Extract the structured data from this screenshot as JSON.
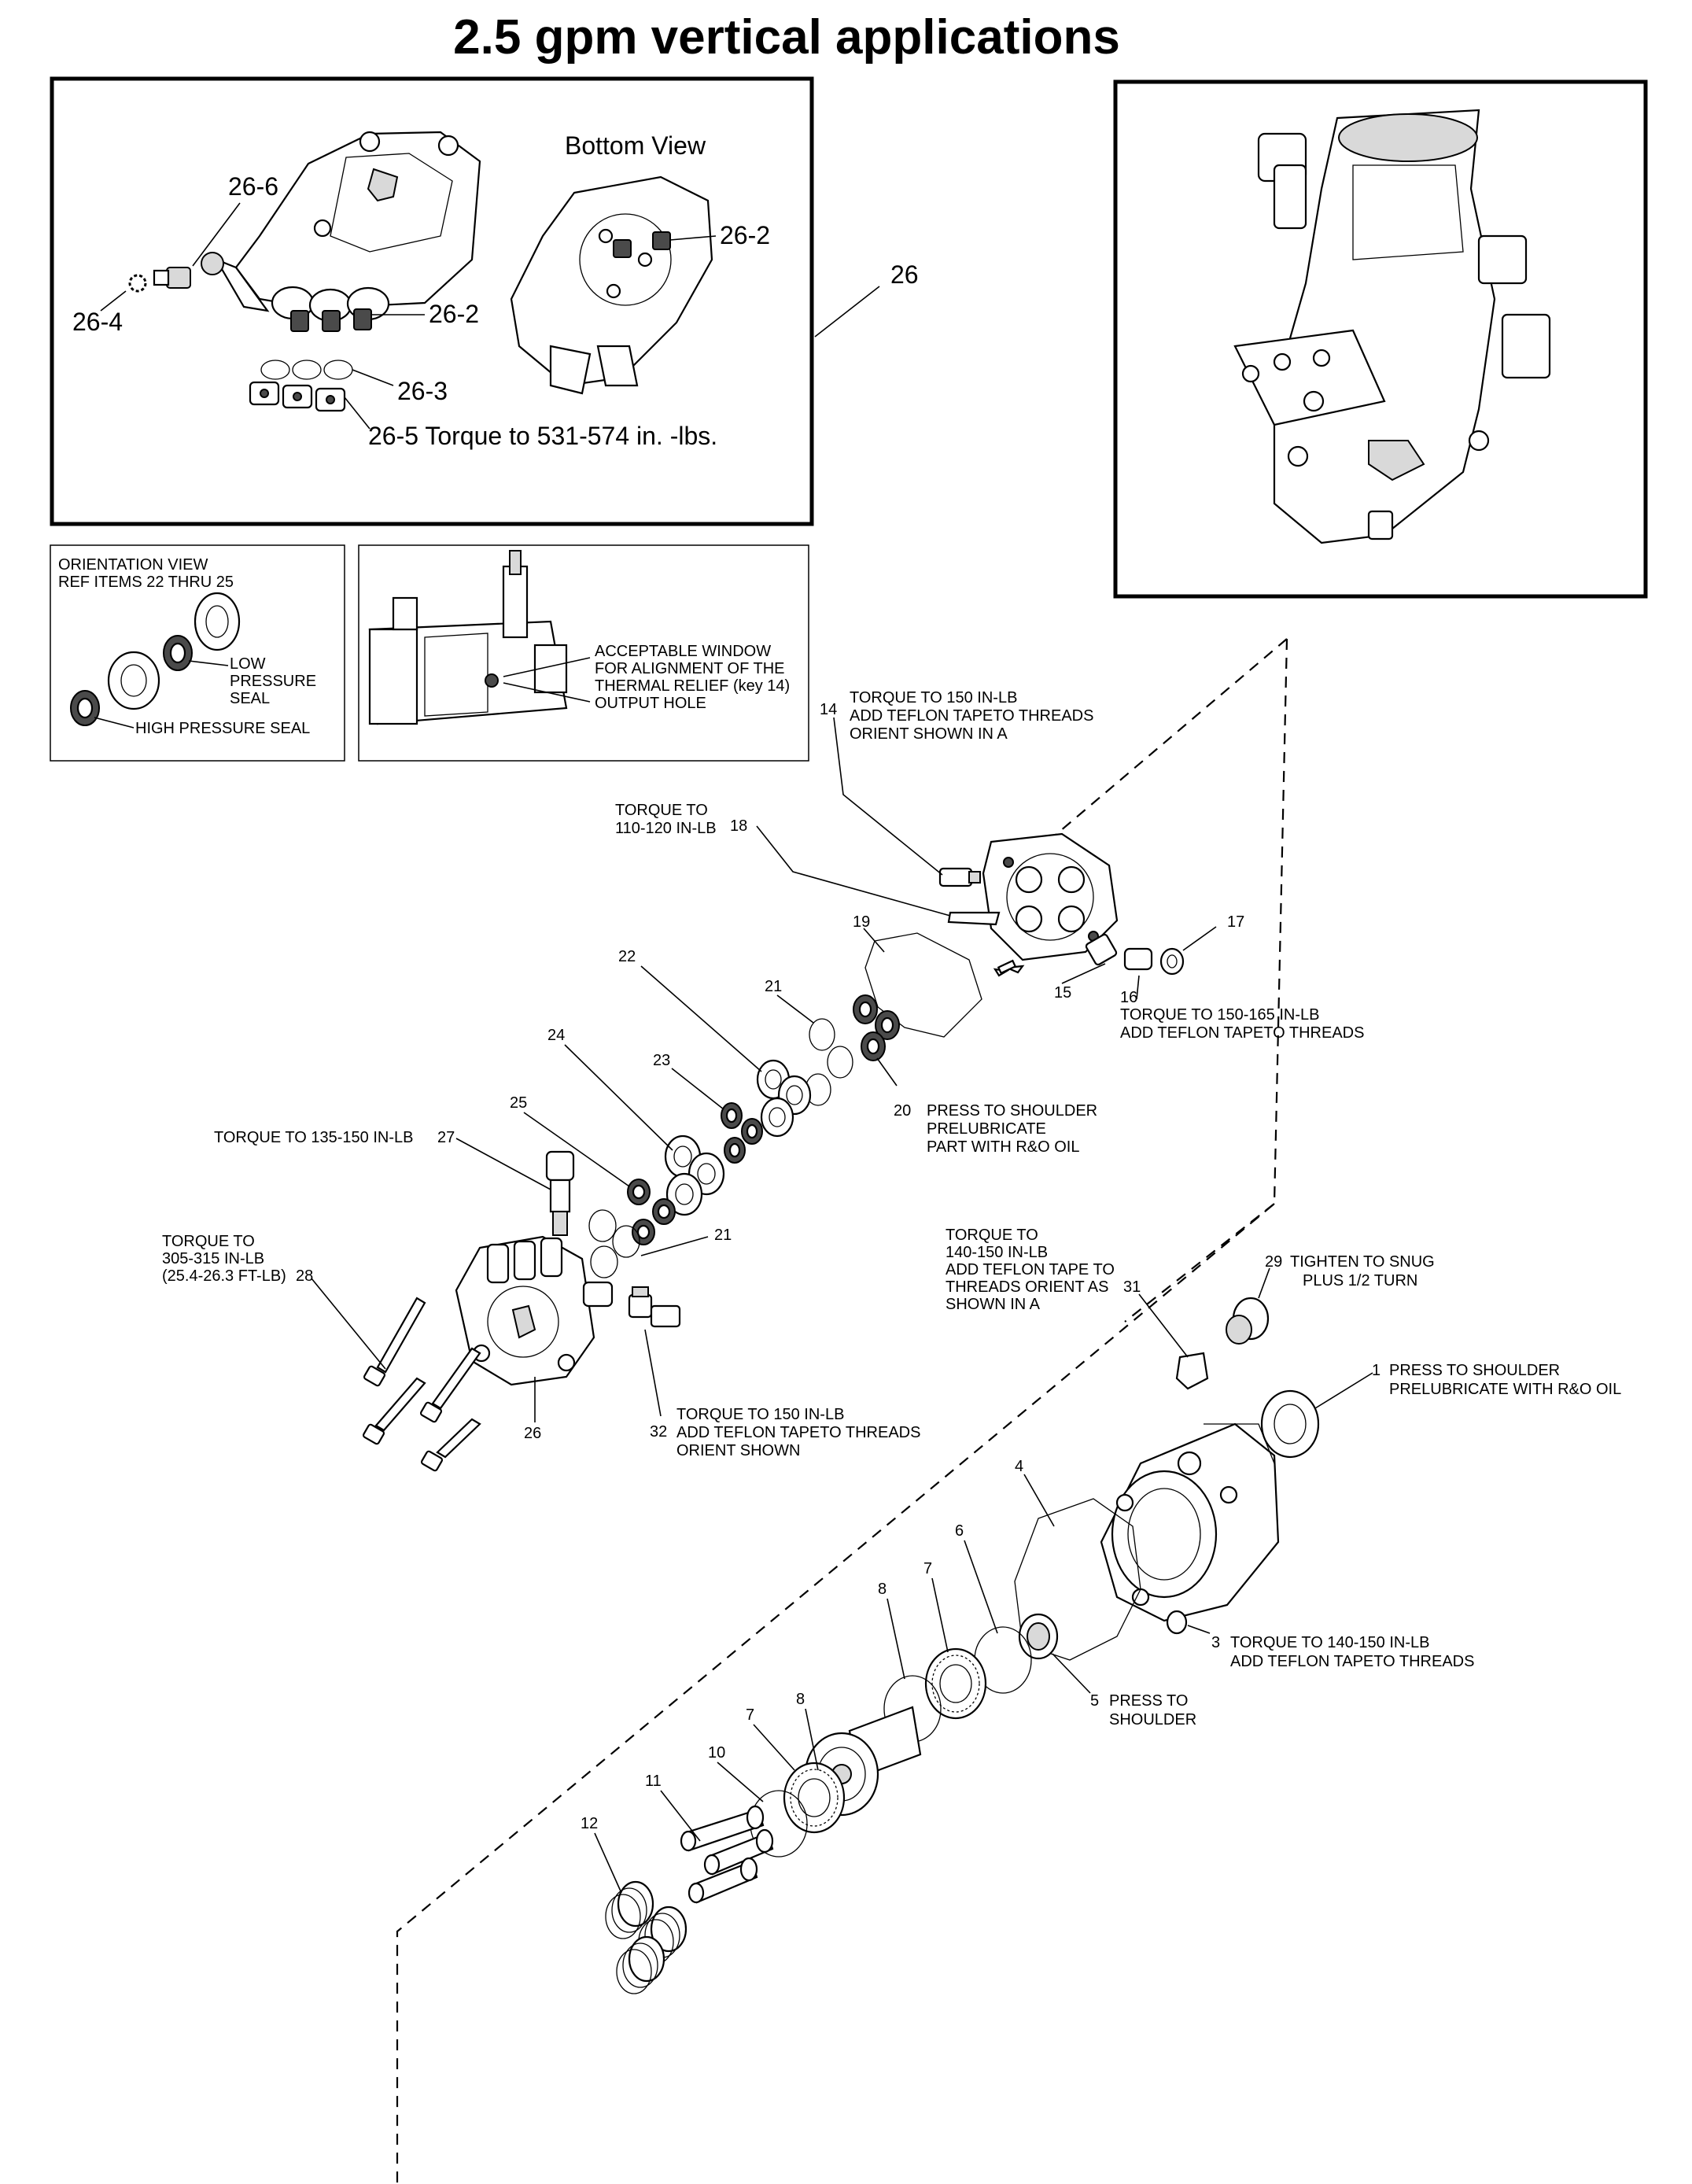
{
  "title": "2.5 gpm vertical applications",
  "inset_26": {
    "view_label": "Bottom View",
    "callout_main": "26",
    "labels": {
      "k26_6": "26-6",
      "k26_4": "26-4",
      "k26_2a": "26-2",
      "k26_2b": "26-2",
      "k26_3": "26-3",
      "k26_5": "26-5 Torque to 531-574 in. -lbs."
    }
  },
  "orientation_view": {
    "heading": [
      "ORIENTATION VIEW",
      "REF ITEMS 22 THRU 25"
    ],
    "low_seal": [
      "LOW",
      "PRESSURE",
      "SEAL"
    ],
    "high_seal": "HIGH PRESSURE SEAL"
  },
  "relief_view": {
    "note": [
      "ACCEPTABLE WINDOW",
      "FOR ALIGNMENT  OF THE",
      "THERMAL RELIEF (key 14)",
      "OUTPUT HOLE"
    ]
  },
  "callouts": {
    "k14": {
      "key": "14",
      "lines": [
        "TORQUE TO 150 IN-LB",
        "ADD TEFLON TAPETO THREADS",
        "ORIENT SHOWN IN A"
      ]
    },
    "k18": {
      "key": "18",
      "lines": [
        "TORQUE TO",
        "110-120 IN-LB"
      ]
    },
    "k17": {
      "key": "17"
    },
    "k15": {
      "key": "15"
    },
    "k16": {
      "key": "16",
      "lines": [
        "TORQUE TO 150-165 IN-LB",
        "ADD TEFLON TAPETO THREADS"
      ]
    },
    "k19": {
      "key": "19"
    },
    "k22": {
      "key": "22"
    },
    "k21a": {
      "key": "21"
    },
    "k21b": {
      "key": "21"
    },
    "k24": {
      "key": "24"
    },
    "k23": {
      "key": "23"
    },
    "k20": {
      "key": "20",
      "lines": [
        "PRESS TO SHOULDER",
        "PRELUBRICATE",
        "PART WITH R&O OIL"
      ]
    },
    "k25": {
      "key": "25"
    },
    "k27": {
      "key": "27",
      "lines": [
        "TORQUE  TO 135-150 IN-LB"
      ]
    },
    "k28": {
      "key": "28",
      "lines": [
        "TORQUE TO",
        "305-315 IN-LB",
        "(25.4-26.3 FT-LB)"
      ]
    },
    "k26": {
      "key": "26"
    },
    "k32": {
      "key": "32",
      "lines": [
        "TORQUE TO 150 IN-LB",
        "ADD TEFLON TAPETO THREADS",
        "ORIENT SHOWN"
      ]
    },
    "k31": {
      "key": "31",
      "lines": [
        "TORQUE TO",
        "140-150 IN-LB",
        "ADD TEFLON TAPE TO",
        "THREADS ORIENT AS",
        "SHOWN IN A"
      ]
    },
    "k29": {
      "key": "29",
      "lines": [
        "TIGHTEN TO SNUG",
        "PLUS 1/2 TURN"
      ]
    },
    "k1": {
      "key": "1",
      "lines": [
        "PRESS TO SHOULDER",
        "PRELUBRICATE WITH R&O OIL"
      ]
    },
    "k4": {
      "key": "4"
    },
    "k6": {
      "key": "6"
    },
    "k7a": {
      "key": "7"
    },
    "k8a": {
      "key": "8"
    },
    "k3": {
      "key": "3",
      "lines": [
        "TORQUE TO 140-150 IN-LB",
        "ADD TEFLON TAPETO THREADS"
      ]
    },
    "k5": {
      "key": "5",
      "lines": [
        "PRESS TO",
        "SHOULDER"
      ]
    },
    "k7b": {
      "key": "7"
    },
    "k8b": {
      "key": "8"
    },
    "k10": {
      "key": "10"
    },
    "k11": {
      "key": "11"
    },
    "k12": {
      "key": "12"
    }
  }
}
